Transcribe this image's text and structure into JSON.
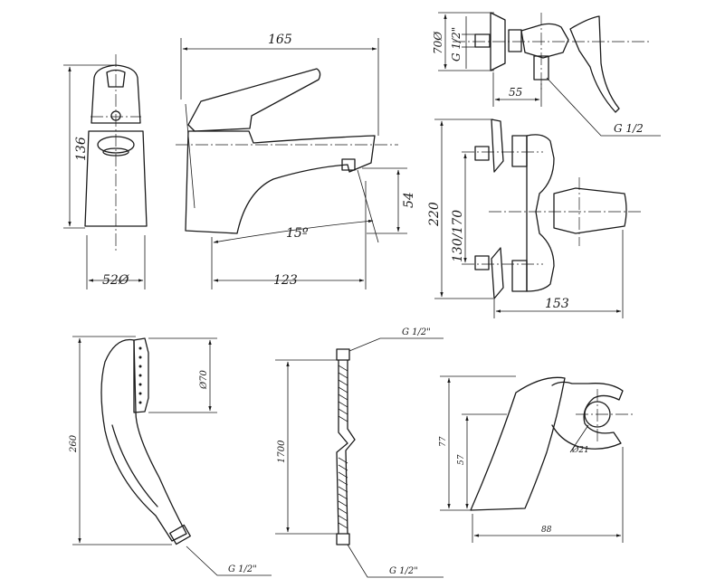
{
  "faucet_front": {
    "width_label": "52Ø",
    "height_label": "136"
  },
  "faucet_side": {
    "length_label": "165",
    "spout_reach_label": "123",
    "outlet_height_label": "54",
    "angle_label": "15º"
  },
  "shower_mixer_top": {
    "diameter_label": "70Ø",
    "thread_label": "G 1/2\"",
    "offset_label": "55",
    "outlet_thread_label": "G 1/2"
  },
  "shower_mixer_front": {
    "height_label": "220",
    "centers_label": "130/170",
    "depth_label": "153"
  },
  "hand_shower": {
    "length_label": "260",
    "head_diameter_label": "Ø70",
    "thread_label": "G 1/2\""
  },
  "hose": {
    "length_label": "1700",
    "top_thread_label": "G 1/2\"",
    "bottom_thread_label": "G 1/2\""
  },
  "holder": {
    "height_label": "77",
    "inner_height_label": "57",
    "width_label": "88",
    "hole_label": "Ø21"
  }
}
